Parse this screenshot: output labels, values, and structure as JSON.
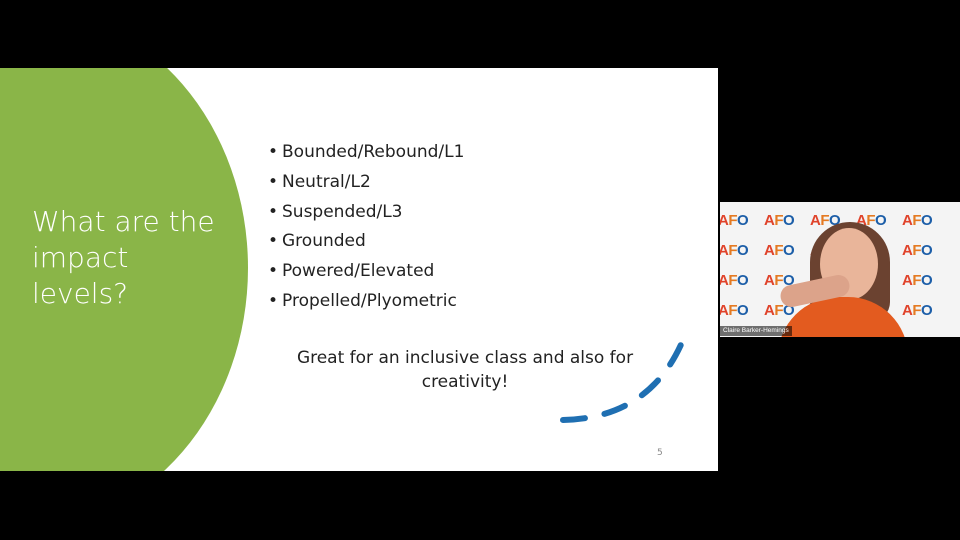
{
  "slide": {
    "title": "What are the impact levels?",
    "bullets": [
      "Bounded/Rebound/L1",
      "Neutral/L2",
      "Suspended/L3",
      "Grounded",
      "Powered/Elevated",
      "Propelled/Plyometric"
    ],
    "note": "Great for an inclusive class and also for creativity!",
    "page_number": "5",
    "colors": {
      "accent_circle": "#8ab548",
      "arc": "#1f6fb2"
    }
  },
  "video": {
    "participant_name": "Claire Barker-Hemings",
    "logo_text": "AFO",
    "logo_colors": {
      "a": "#e0432b",
      "f": "#e57a22",
      "o": "#1c5ea8"
    }
  }
}
